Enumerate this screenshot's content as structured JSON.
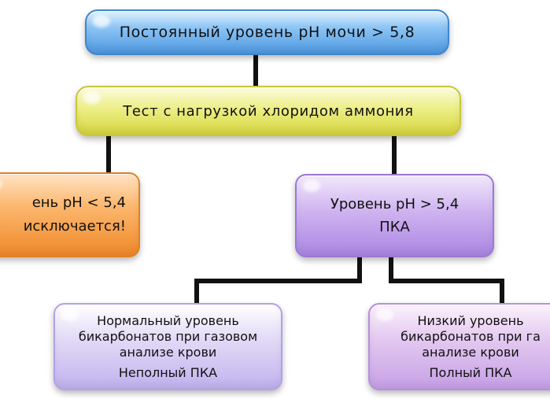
{
  "top": {
    "text": "Постоянный уровень pH мочи > 5,8"
  },
  "test": {
    "text": "Тест с нагрузкой хлоридом аммония"
  },
  "left_result": {
    "line1": "ень pH < 5,4",
    "line2": "исключается!"
  },
  "right_result": {
    "line1": "Уровень pH > 5,4",
    "line2": "ПКА"
  },
  "partial": {
    "lines": [
      "Нормальный уровень",
      "бикарбонатов при газовом",
      "анализе крови"
    ],
    "verdict": "Неполный ПКА"
  },
  "full": {
    "lines": [
      "Низкий уровень",
      "бикарбонатов при га",
      "анализе крови"
    ],
    "verdict": "Полный ПКА"
  },
  "colors": {
    "top": "#6aa9ea",
    "test": "#e6e46a",
    "left_result": "#f6a24b",
    "right_result": "#bea0eb",
    "partial": "#d2c8f3",
    "full": "#d6b5ec",
    "connector": "#111111"
  }
}
